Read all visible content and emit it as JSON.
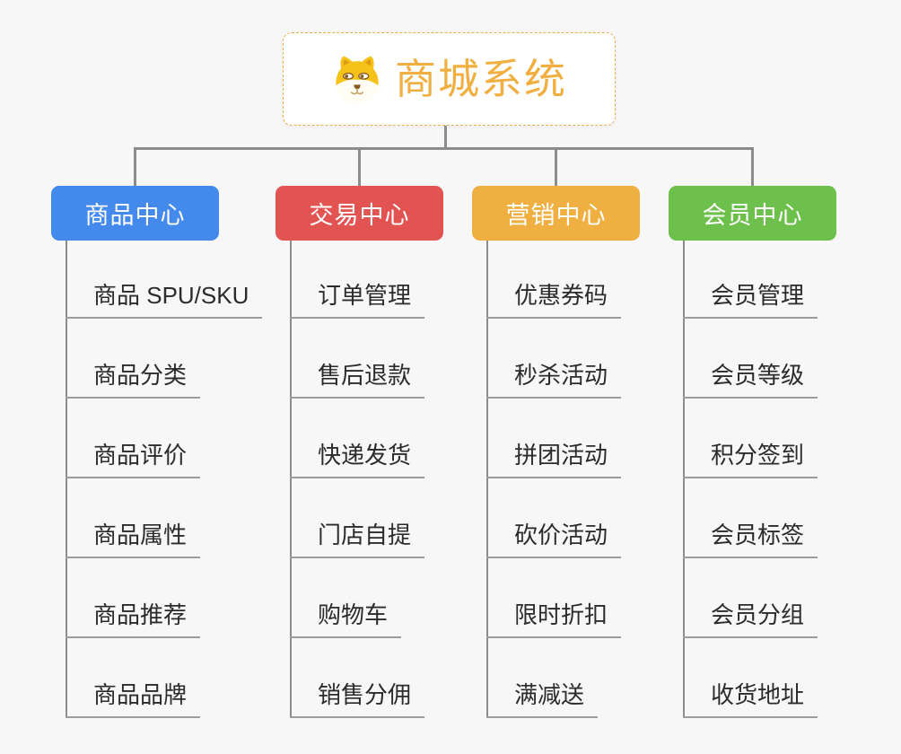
{
  "root": {
    "title": "商城系统",
    "icon": "shiba-dog-icon",
    "title_color": "#F0AF40",
    "border_color": "#EFAD51",
    "background": "#FFFFFF"
  },
  "colors": {
    "canvas_background": "#F7F7F8",
    "connector": "#8C8C8C",
    "topic_text": "#2B2B2B",
    "topic_underline": "#9C9C9C"
  },
  "branches": [
    {
      "label": "商品中心",
      "color": "#4489EC",
      "children": [
        "商品 SPU/SKU",
        "商品分类",
        "商品评价",
        "商品属性",
        "商品推荐",
        "商品品牌"
      ]
    },
    {
      "label": "交易中心",
      "color": "#E25452",
      "children": [
        "订单管理",
        "售后退款",
        "快递发货",
        "门店自提",
        "购物车",
        "销售分佣"
      ]
    },
    {
      "label": "营销中心",
      "color": "#EFAF41",
      "children": [
        "优惠券码",
        "秒杀活动",
        "拼团活动",
        "砍价活动",
        "限时折扣",
        "满减送"
      ]
    },
    {
      "label": "会员中心",
      "color": "#6DC04B",
      "children": [
        "会员管理",
        "会员等级",
        "积分签到",
        "会员标签",
        "会员分组",
        "收货地址"
      ]
    }
  ]
}
